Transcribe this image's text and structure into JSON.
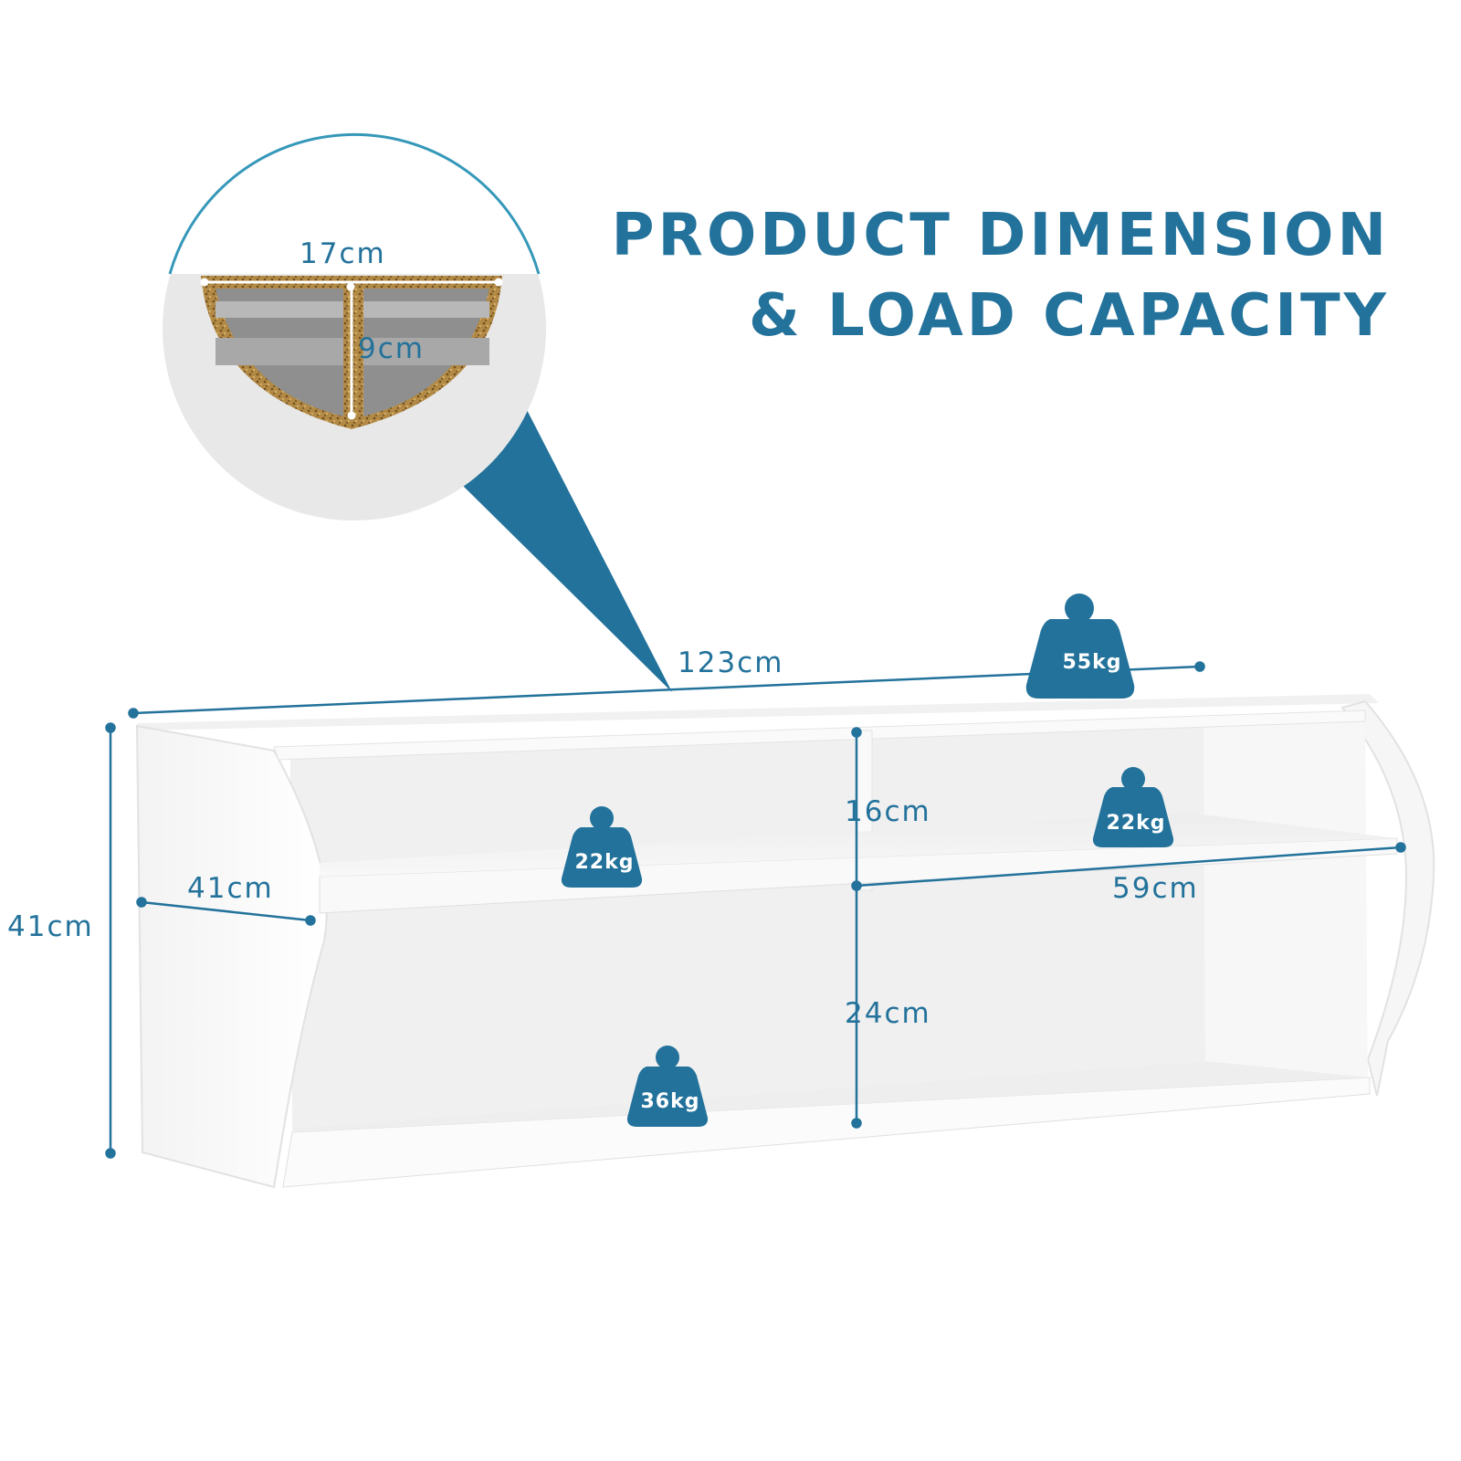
{
  "title": {
    "line1": "PRODUCT DIMENSION",
    "line2": "& LOAD CAPACITY"
  },
  "dimensions": {
    "panel_width": "17cm",
    "panel_height": "9cm",
    "total_width": "123cm",
    "total_height": "41cm",
    "depth": "41cm",
    "upper_shelf_height": "16cm",
    "lower_shelf_height": "24cm",
    "compartment_width": "59cm"
  },
  "loads": {
    "top": "55kg",
    "upper_left": "22kg",
    "upper_right": "22kg",
    "bottom": "36kg"
  },
  "icons": {
    "weight": "weight-icon",
    "zoom": "magnifier-detail-icon"
  },
  "colors": {
    "accent": "#23729b",
    "shelf": "#f4f4f4",
    "detail_bg": "#e8e8e8",
    "wood": "#b38a45"
  }
}
